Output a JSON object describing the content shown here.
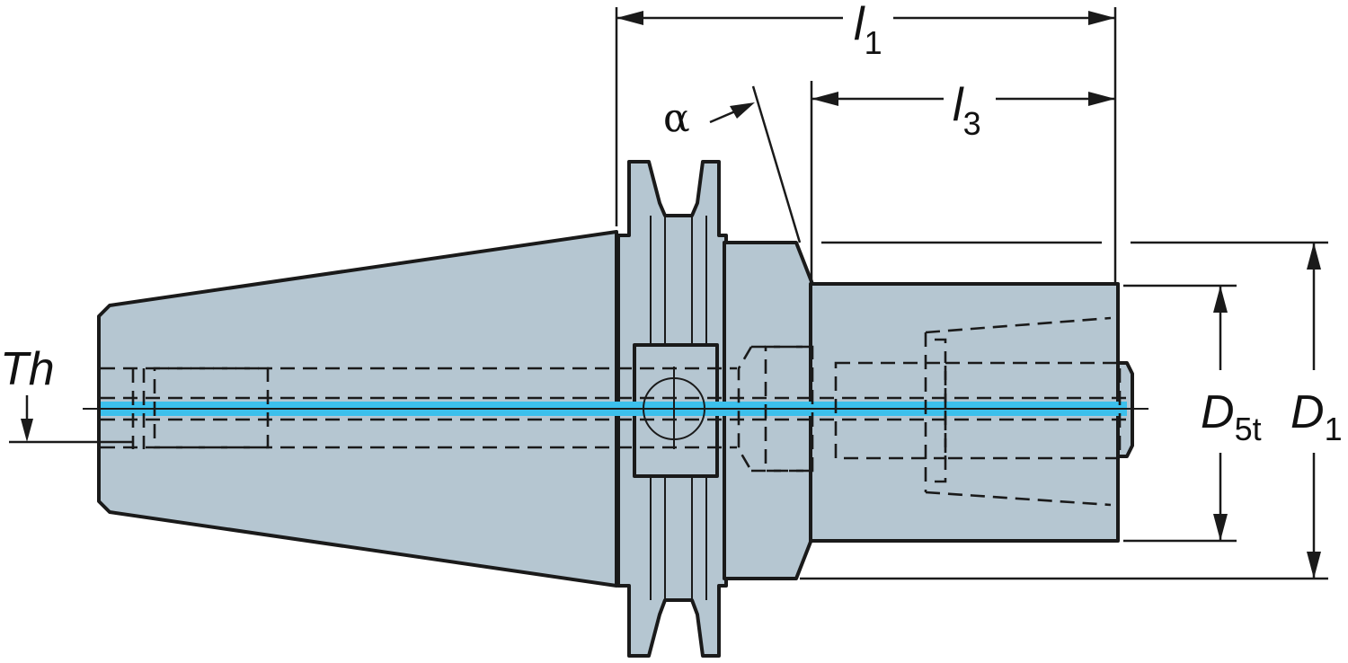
{
  "labels": {
    "th": "Th",
    "l1_main": "l",
    "l1_sub": "1",
    "l3_main": "l",
    "l3_sub": "3",
    "alpha": "α",
    "d5t_main": "D",
    "d5t_sub": "5t",
    "d1_main": "D",
    "d1_sub": "1"
  },
  "colors": {
    "body_fill": "#b5c6d1",
    "coolant": "#3cc0ec",
    "ink": "#1a1a1a"
  }
}
